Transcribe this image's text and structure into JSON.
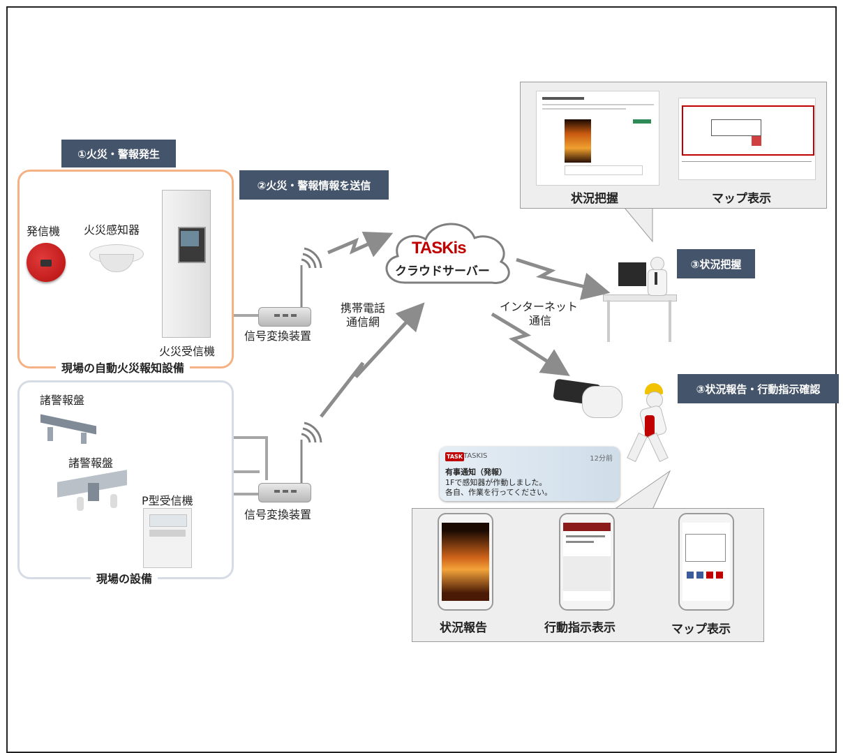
{
  "tags": {
    "fire_alarm": "①火災・警報発生",
    "send_info": "②火災・警報情報を送信",
    "grasp": "③状況把握",
    "report": "③状況報告・行動指示確認"
  },
  "site_fire_group": {
    "caption": "現場の自動火災報知設備",
    "transmitter": "発信機",
    "detector": "火災感知器",
    "receiver": "火災受信機"
  },
  "site_equipment_group": {
    "caption": "現場の設備",
    "panel1": "諸警報盤",
    "panel2": "諸警報盤",
    "p_receiver": "P型受信機"
  },
  "converter_label_top": "信号変換装置",
  "converter_label_bottom": "信号変換装置",
  "network": {
    "mobile_line1": "携帯電話",
    "mobile_line2": "通信網",
    "internet_line1": "インターネット",
    "internet_line2": "通信"
  },
  "cloud": {
    "brand": "TASKis",
    "subtitle": "クラウドサーバー"
  },
  "top_panel": {
    "screen1_label": "状況把握",
    "screen2_label": "マップ表示"
  },
  "notification": {
    "app_badge": "TASK",
    "app_name": "TASKIS",
    "time": "12分前",
    "title": "有事通知（発報）",
    "line1": "1Fで感知器が作動しました。",
    "line2": "各自、作業を行ってください。"
  },
  "bottom_panel": {
    "phone1_label": "状況報告",
    "phone2_label": "行動指示表示",
    "phone3_label": "マップ表示"
  },
  "colors": {
    "tag_bg": "#44546a",
    "fire_group_border": "#f4b183",
    "equipment_group_border": "#d6dce5",
    "arrow_gray": "#8c8c8c"
  }
}
